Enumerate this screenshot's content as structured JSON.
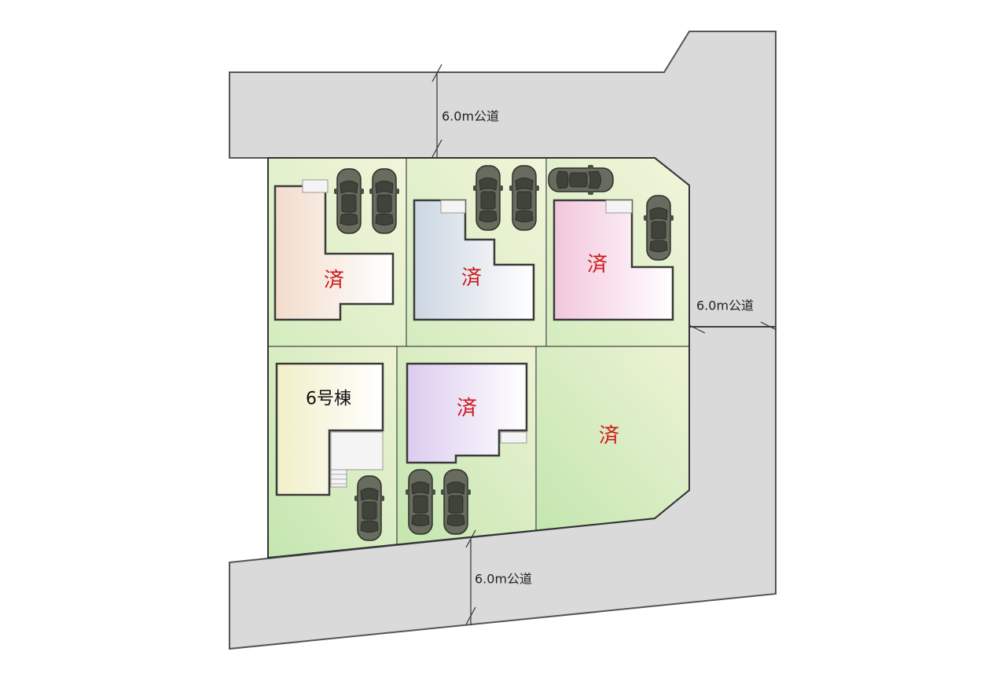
{
  "roads": {
    "north_label": "6.0m公道",
    "east_label": "6.0m公道",
    "south_label": "6.0m公道"
  },
  "lots": [
    {
      "id": "north-1",
      "label": "済",
      "status": "sold",
      "house_color": "#f2dccb"
    },
    {
      "id": "north-2",
      "label": "済",
      "status": "sold",
      "house_color": "#ccd6e2"
    },
    {
      "id": "north-3",
      "label": "済",
      "status": "sold",
      "house_color": "#f2c6dc"
    },
    {
      "id": "south-1",
      "label": "6号棟",
      "status": "available",
      "house_color": "#f2f0cf"
    },
    {
      "id": "south-2",
      "label": "済",
      "status": "sold",
      "house_color": "#dcccef"
    },
    {
      "id": "south-3",
      "label": "済",
      "status": "sold",
      "house_color": null
    }
  ],
  "colors": {
    "road": "#dadada",
    "lot_green_light": "#eef4d6",
    "lot_green": "#cfe9b6",
    "sold_text": "#cc1818",
    "car": "#676c5e"
  }
}
